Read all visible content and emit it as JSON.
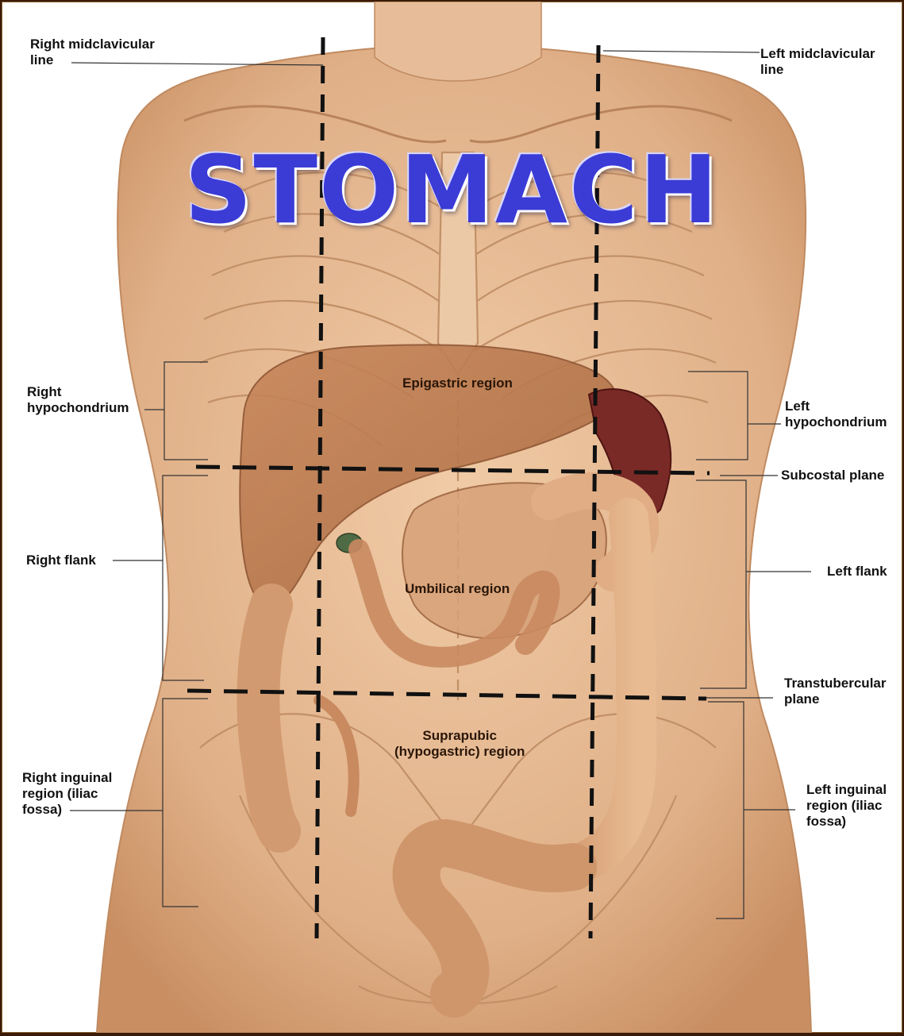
{
  "overlay_title": "STOMACH",
  "left_labels": {
    "right_midclavicular_line": "Right midclavicular\nline",
    "right_hypochondrium": "Right\nhypochondrium",
    "right_flank": "Right flank",
    "right_inguinal_region": "Right inguinal\nregion (iliac\nfossa)"
  },
  "right_labels": {
    "left_midclavicular_line": "Left midclavicular\nline",
    "left_hypochondrium": "Left\nhypochondrium",
    "subcostal_plane": "Subcostal plane",
    "left_flank": "Left flank",
    "transtubercular_plane": "Transtubercular\nplane",
    "left_inguinal_region": "Left inguinal\nregion (iliac\nfossa)"
  },
  "region_labels": {
    "epigastric": "Epigastric region",
    "umbilical": "Umbilical region",
    "suprapubic": "Suprapubic\n(hypogastric) region"
  },
  "colors": {
    "skin": "#e2b48d",
    "organ": "#c98f63",
    "highlight_stomach": "#7a2a26",
    "title": "#3b3bd6",
    "frame": "#3a1b08"
  }
}
